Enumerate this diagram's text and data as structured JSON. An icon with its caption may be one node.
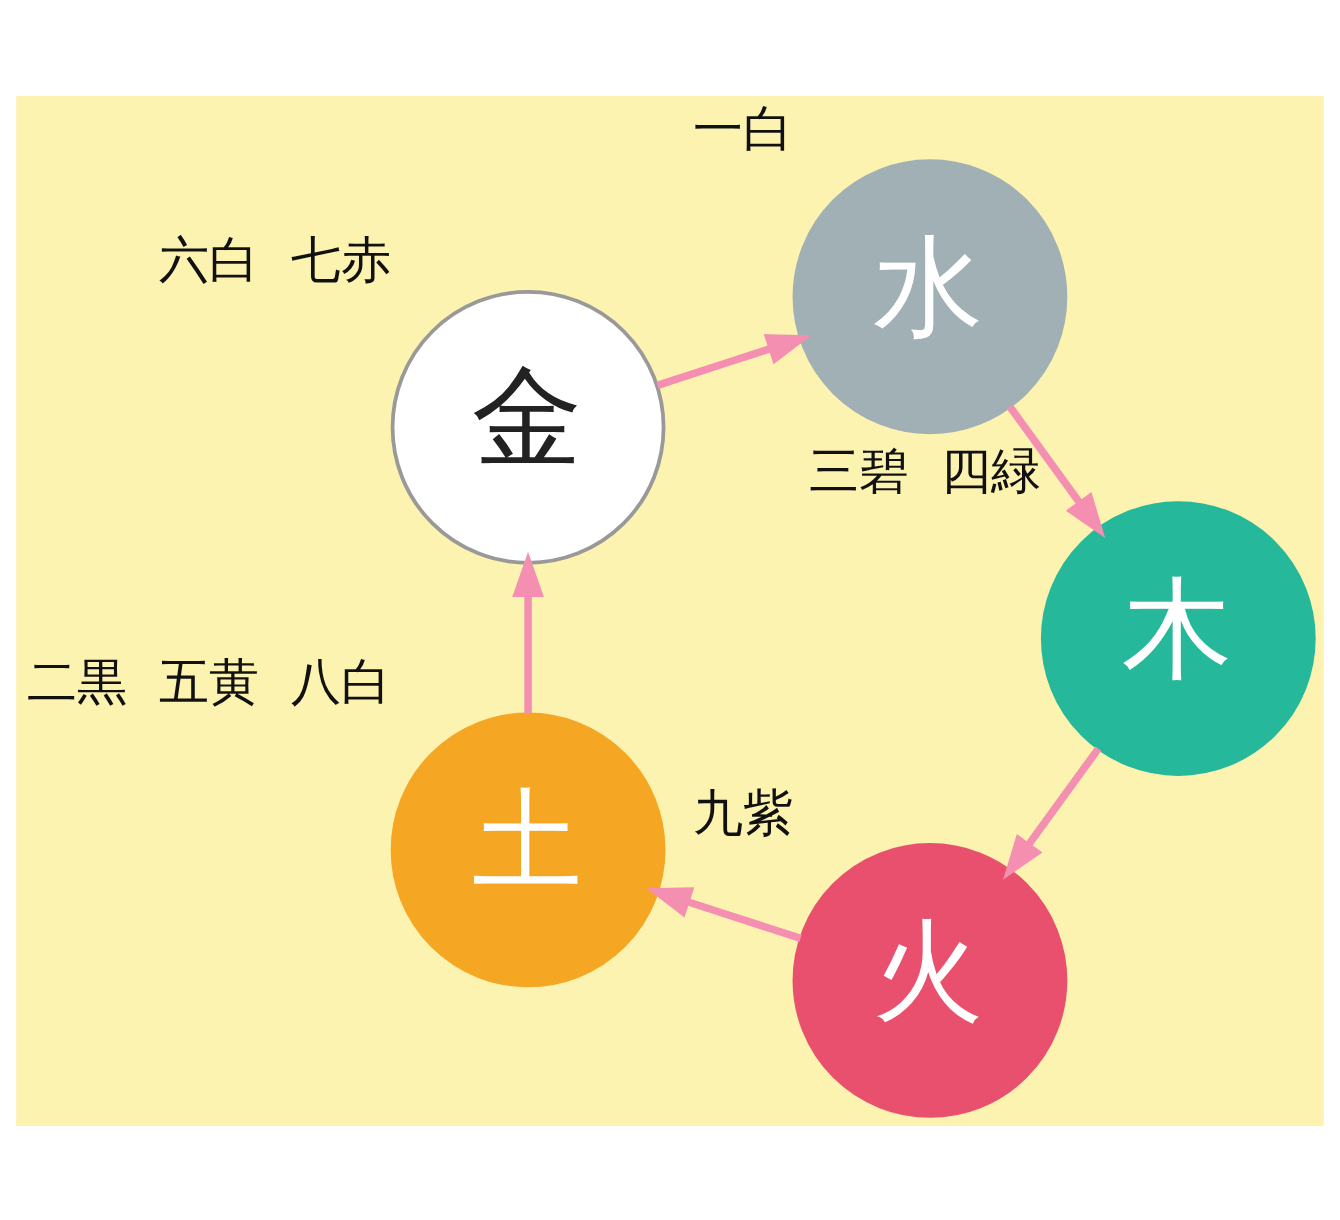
{
  "diagram": {
    "nodes": [
      {
        "text": [
          "火"
        ],
        "beside": [
          "九紫"
        ]
      },
      {
        "text": [
          "土"
        ],
        "beside": [
          "二黒",
          "五黄",
          "八白"
        ]
      },
      {
        "text": [
          "金"
        ],
        "beside": [
          "六白",
          "七赤"
        ]
      },
      {
        "text": [
          "水"
        ],
        "beside": [
          "一白"
        ]
      },
      {
        "text": [
          "木"
        ],
        "beside": [
          "三碧",
          "四緑"
        ]
      }
    ],
    "edges": [
      {
        "from": 0,
        "to": 1,
        "arrow": "to"
      },
      {
        "from": 1,
        "to": 2,
        "arrow": "to"
      },
      {
        "from": 2,
        "to": 3,
        "arrow": "to"
      },
      {
        "from": 3,
        "to": 4,
        "arrow": "to"
      },
      {
        "from": 4,
        "to": 0,
        "arrow": "to"
      }
    ]
  }
}
